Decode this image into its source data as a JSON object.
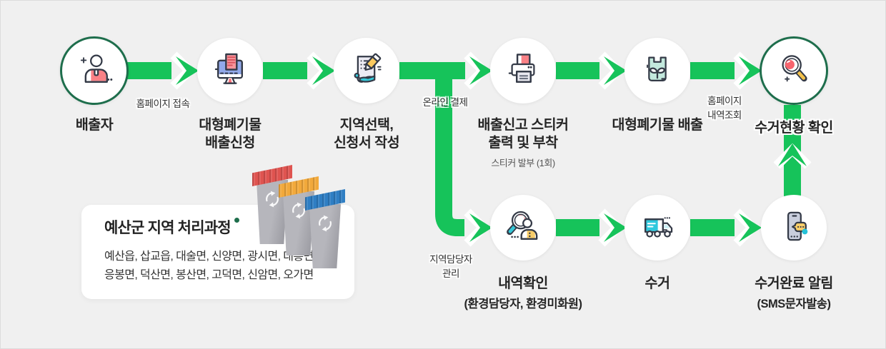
{
  "flow": {
    "steps": [
      {
        "label": "배출자",
        "icon": "person-icon"
      },
      {
        "label": "대형폐기물\n배출신청",
        "icon": "monitor-apply-icon"
      },
      {
        "label": "지역선택,\n신청서 작성",
        "icon": "form-pencil-icon"
      },
      {
        "label": "배출신고 스티커\n출력 및 부착",
        "sub": "스티커 발부 (1회)",
        "icon": "printer-icon"
      },
      {
        "label": "대형폐기물 배출",
        "icon": "waste-bag-icon"
      },
      {
        "label": "수거현황 확인",
        "icon": "magnifier-icon"
      },
      {
        "label": "내역확인",
        "sub": "(환경담당자, 환경미화원)",
        "icon": "magnifier-person-icon"
      },
      {
        "label": "수거",
        "icon": "truck-icon"
      },
      {
        "label": "수거완료 알림",
        "sub": "(SMS문자발송)",
        "icon": "phone-sms-icon"
      }
    ],
    "connectors": {
      "homepage_access": "홈페이지 접속",
      "online_payment": "온라인 결제",
      "homepage_history": "홈페이지\n내역조회",
      "local_manager": "지역담당자\n관리"
    }
  },
  "card": {
    "title": "예산군 지역 처리과정",
    "regions": "예산읍, 삽교읍, 대술면, 신양면, 광시면, 대흥면,\n응봉면, 덕산면, 봉산면, 고덕면, 신암면, 오가면"
  },
  "colors": {
    "arrow_green": "#16c35a",
    "ring_green": "#1e6e4c",
    "background": "#f0f0f0"
  }
}
